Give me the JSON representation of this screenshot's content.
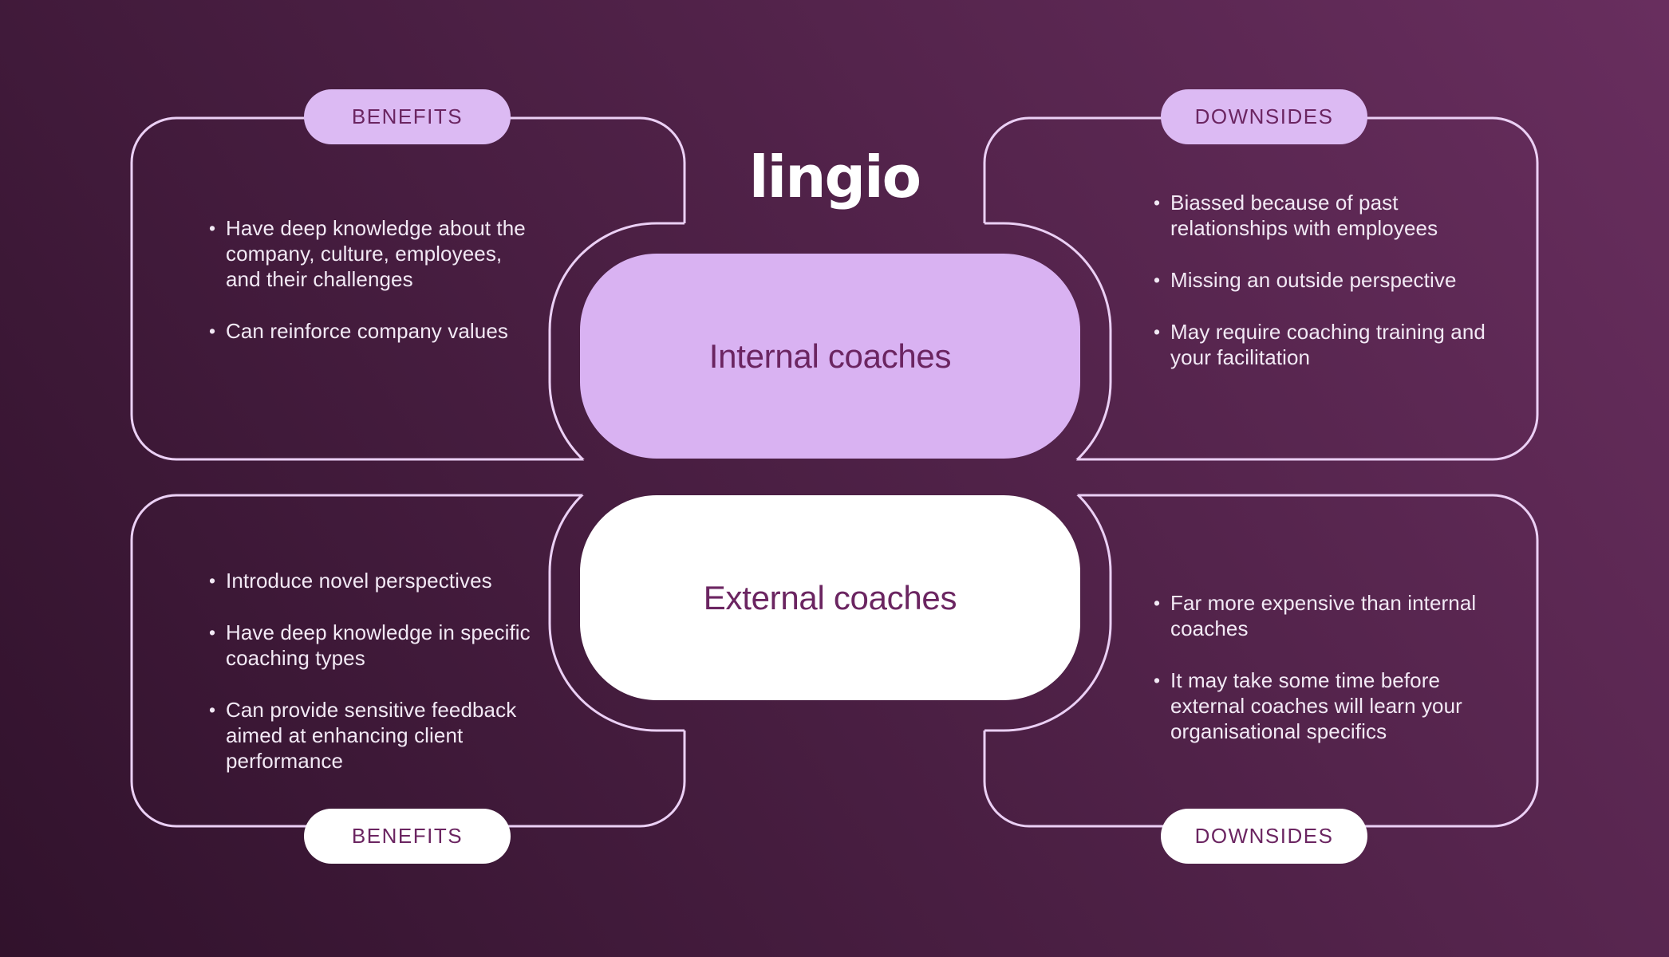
{
  "brand": {
    "logo": "lingio"
  },
  "icons": {
    "bullet": "•"
  },
  "colors": {
    "bg_dark": "#31122c",
    "bg_light": "#743469",
    "outline": "#ebd0f5",
    "lavender": "#d9b2f2",
    "badge_lavender": "#dcbaf3",
    "white": "#ffffff",
    "text_dark": "#6b2561",
    "text_light": "#f2e9f5",
    "logo": "#ffffff"
  },
  "pills": {
    "internal": {
      "label": "Internal coaches"
    },
    "external": {
      "label": "External coaches"
    }
  },
  "boxes": {
    "top_left": {
      "badge": "BENEFITS",
      "items": [
        "Have deep knowledge about the company, culture, employees, and their challenges",
        "Can reinforce company values"
      ]
    },
    "top_right": {
      "badge": "DOWNSIDES",
      "items": [
        "Biassed because of past relationships with employees",
        "Missing an outside perspective",
        "May require coaching training and your facilitation"
      ]
    },
    "bottom_left": {
      "badge": "BENEFITS",
      "items": [
        "Introduce novel perspectives",
        "Have deep knowledge in specific coaching types",
        "Can provide sensitive feedback aimed at enhancing client performance"
      ]
    },
    "bottom_right": {
      "badge": "DOWNSIDES",
      "items": [
        "Far more expensive than internal coaches",
        "It may take some time before external coaches will learn your organisational specifics"
      ]
    }
  }
}
